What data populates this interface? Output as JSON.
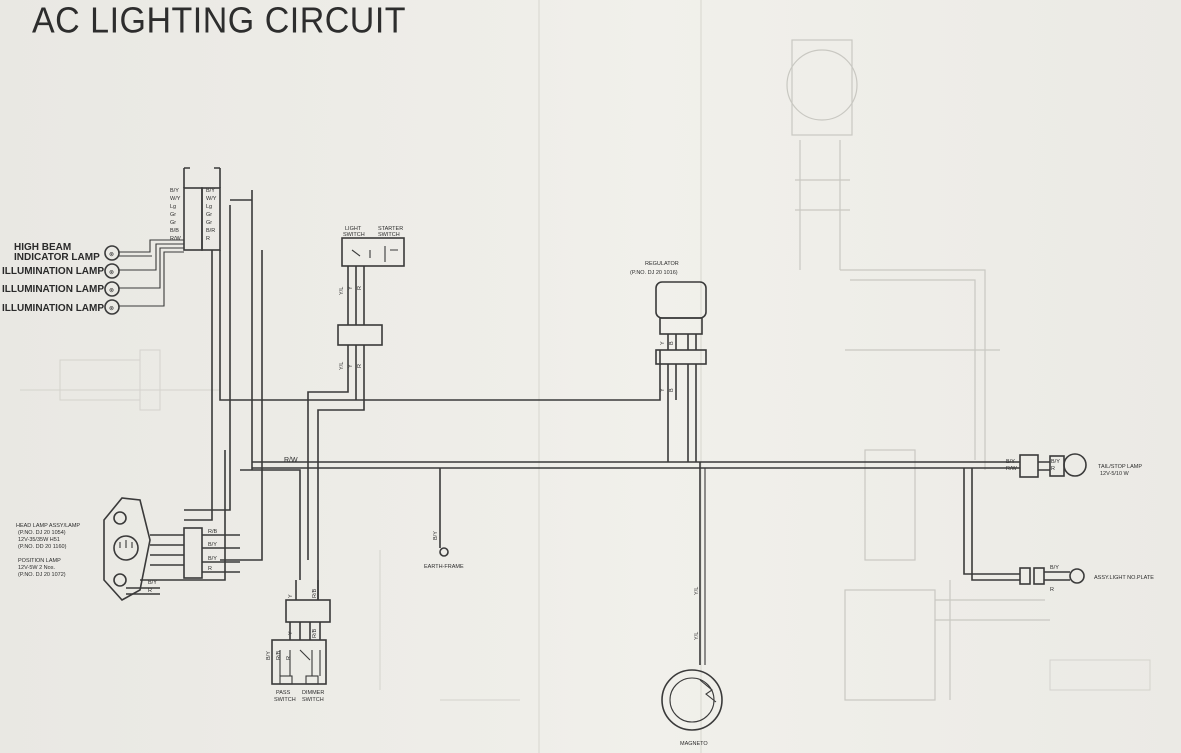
{
  "title": "AC LIGHTING CIRCUIT",
  "lamps": {
    "high_beam": [
      "HIGH BEAM",
      "INDICATOR LAMP"
    ],
    "illumination": [
      "ILLUMINATION LAMP",
      "ILLUMINATION LAMP",
      "ILLUMINATION LAMP"
    ]
  },
  "connector_left": [
    "B/Y",
    "W/Y",
    "Lg",
    "Gr",
    "Gr",
    "B/B",
    "R/W"
  ],
  "connector_right": [
    "B/Y",
    "W/Y",
    "Lg",
    "Gr",
    "Gr",
    "B/R",
    "R"
  ],
  "switches": {
    "light": [
      "LIGHT",
      "SWITCH"
    ],
    "starter": [
      "STARTER",
      "SWITCH"
    ],
    "pass": [
      "PASS",
      "SWITCH"
    ],
    "dimmer": [
      "DIMMER",
      "SWITCH"
    ]
  },
  "regulator": [
    "REGULATOR",
    "(P.NO. DJ 20 1016)"
  ],
  "head_lamp": [
    "HEAD LAMP ASSY/LAMP",
    "(P.NO. DJ 20 1054)",
    "12V-35/35W H51",
    "(P.NO. DD 20 1160)"
  ],
  "position_lamp": [
    "POSITION LAMP",
    "12V-5W 2 Nos.",
    "(P.NO. DJ 20 1072)"
  ],
  "earth": "EARTH-FRAME",
  "tail_lamp": [
    "TAIL/STOP LAMP",
    "12V-5/10 W"
  ],
  "plate_light": "ASSY.LIGHT NO.PLATE",
  "magneto": "MAGNETO",
  "wire_labels": {
    "main_rw": "R/W",
    "tail_by": "B/Y",
    "tail_rw": "R/W",
    "tail_by2": "B/Y",
    "tail_r": "R",
    "plate_by": "B/Y",
    "plate_r": "R",
    "hl_rb": "R/B",
    "hl_by": "B/Y",
    "hl_by2": "B/Y",
    "hl_r": "R",
    "pos_by": "B/Y",
    "pos_r": "R",
    "earth_by": "B/Y",
    "sw_yl": "Y/L",
    "sw_y": "Y",
    "sw_r": "R",
    "sw_yl2": "Y/L",
    "sw_y2": "Y",
    "sw_r2": "R",
    "reg_y": "Y",
    "reg_b": "B",
    "reg_y2": "Y",
    "reg_b2": "B",
    "dim_y": "Y",
    "dim_rb": "R/B",
    "dim_y2": "Y",
    "dim_rb2": "R/B",
    "pass_by": "B/Y",
    "pass_rb": "R/B",
    "pass_r": "R",
    "mag_yl": "Y/L",
    "mag_yl2": "Y/L"
  }
}
